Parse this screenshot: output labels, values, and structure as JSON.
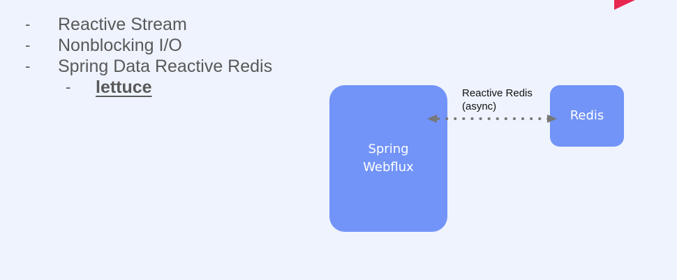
{
  "bullets": [
    {
      "marker": "-",
      "text": "Reactive Stream"
    },
    {
      "marker": "-",
      "text": "Nonblocking I/O"
    },
    {
      "marker": "-",
      "text": "Spring Data Reactive Redis"
    }
  ],
  "sub_bullet": {
    "marker": "-",
    "text": "lettuce"
  },
  "diagram": {
    "spring_box": "Spring\nWebflux",
    "redis_box": "Redis",
    "connection_label_line1": "Reactive Redis",
    "connection_label_line2": "(async)"
  },
  "colors": {
    "background": "#eef3fd",
    "box": "#7293f8",
    "accent": "#e8264f",
    "text": "#595959",
    "connector": "#777777"
  }
}
